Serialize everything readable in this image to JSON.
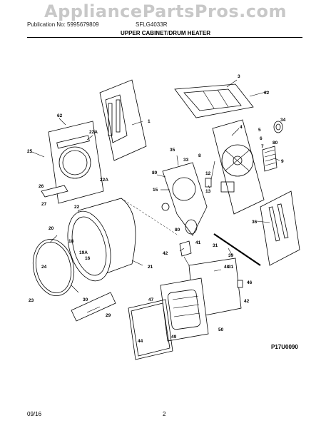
{
  "watermark": "AppliancePartsPros.com",
  "header": {
    "publication": "Publication No: 5995679809",
    "model": "SFLG4033R",
    "title": "UPPER CABINET/DRUM HEATER"
  },
  "diagram_code": "P17U0090",
  "footer": {
    "date": "09/16",
    "page": "2"
  },
  "callouts": [
    "1",
    "3",
    "4",
    "5",
    "6",
    "7",
    "8",
    "9",
    "12",
    "13",
    "15",
    "16",
    "18",
    "19A",
    "20",
    "21",
    "22",
    "22A",
    "22A",
    "23",
    "24",
    "25",
    "26",
    "27",
    "29",
    "30",
    "31",
    "31",
    "33",
    "34",
    "35",
    "36",
    "39",
    "41",
    "42",
    "42",
    "44",
    "46",
    "47",
    "48",
    "49",
    "50",
    "62",
    "62",
    "80",
    "80",
    "80"
  ]
}
